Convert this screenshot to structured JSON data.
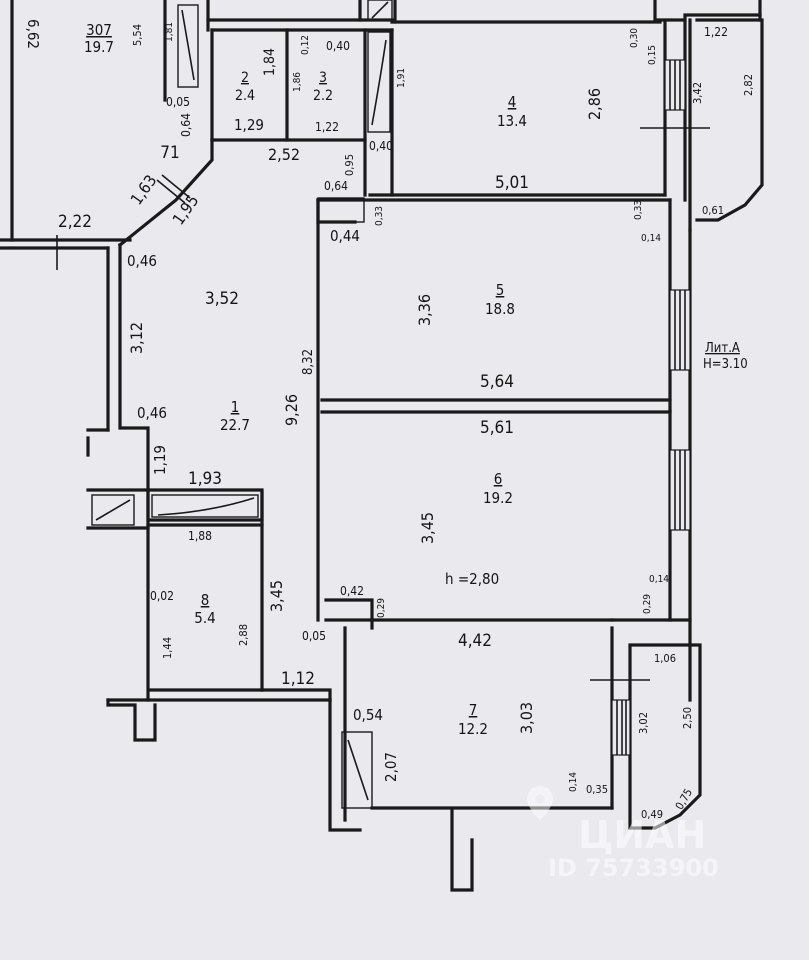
{
  "building_label": "Лит.А",
  "ceiling_main": "Н=3.10",
  "room_height": "h =2,80",
  "rooms": [
    {
      "num": "307",
      "area": "19.7"
    },
    {
      "num": "1",
      "area": "22.7"
    },
    {
      "num": "2",
      "area": "2.4"
    },
    {
      "num": "3",
      "area": "2.2"
    },
    {
      "num": "4",
      "area": "13.4"
    },
    {
      "num": "5",
      "area": "18.8"
    },
    {
      "num": "6",
      "area": "19.2"
    },
    {
      "num": "7",
      "area": "12.2"
    },
    {
      "num": "8",
      "area": "5.4"
    }
  ],
  "dims": {
    "d_6_62": "6,62",
    "d_5_54": "5,54",
    "d_1_81": "1,81",
    "d_0_05a": "0,05",
    "d_0_64a": "0,64",
    "d_71": "71",
    "d_1_63": "1,63",
    "d_1_95": "1,95",
    "d_2_22": "2,22",
    "d_0_46a": "0,46",
    "d_3_52": "3,52",
    "d_3_12": "3,12",
    "d_0_46b": "0,46",
    "d_9_26": "9,26",
    "d_8_32": "8,32",
    "d_1_19": "1,19",
    "d_1_93": "1,93",
    "d_1_88": "1,88",
    "d_0_02": "0,02",
    "d_1_44": "1,44",
    "d_2_88": "2,88",
    "d_3_45a": "3,45",
    "d_0_05b": "0,05",
    "d_1_12": "1,12",
    "d_1_84": "1,84",
    "d_1_29": "1,29",
    "d_0_40a": "0,40",
    "d_0_12": "0,12",
    "d_1_86": "1,86",
    "d_1_22a": "1,22",
    "d_2_52": "2,52",
    "d_0_95": "0,95",
    "d_0_40b": "0,40",
    "d_0_64b": "0,64",
    "d_0_33a": "0,33",
    "d_0_44": "0,44",
    "d_1_91": "1,91",
    "d_2_86": "2,86",
    "d_0_30": "0,30",
    "d_0_15": "0,15",
    "d_5_01": "5,01",
    "d_1_22b": "1,22",
    "d_3_42": "3,42",
    "d_2_82": "2,82",
    "d_0_61": "0,61",
    "d_0_33b": "0,33",
    "d_0_14a": "0,14",
    "d_3_36": "3,36",
    "d_5_64": "5,64",
    "d_5_61": "5,61",
    "d_3_45b": "3,45",
    "d_0_14b": "0,14",
    "d_0_29a": "0,29",
    "d_0_42": "0,42",
    "d_0_29b": "0,29",
    "d_4_42": "4,42",
    "d_1_06": "1,06",
    "d_0_54": "0,54",
    "d_3_03": "3,03",
    "d_3_02": "3,02",
    "d_2_50": "2,50",
    "d_2_07": "2,07",
    "d_0_14c": "0,14",
    "d_0_35": "0,35",
    "d_0_49": "0,49",
    "d_0_75": "0,75"
  },
  "watermark": {
    "brand": "ЦИАН",
    "id": "ID 75733900"
  }
}
